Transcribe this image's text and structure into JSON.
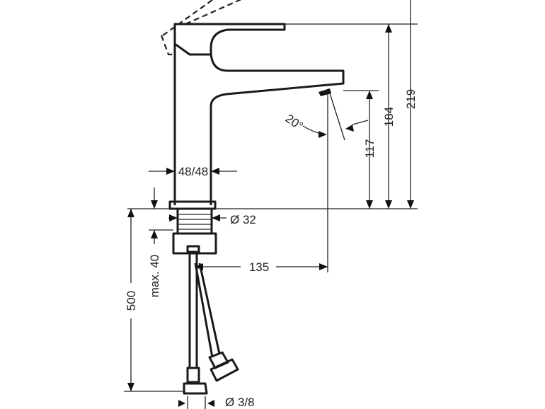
{
  "title": "Basin mixer dimension drawing",
  "dimensions": {
    "total_height": "219",
    "handle_height": "184",
    "spout_height": "117",
    "spout_angle": "20°",
    "body_width": "48/48",
    "hole_diameter": "Ø 32",
    "max_thickness": "max. 40",
    "projection": "135",
    "hose_length": "500",
    "connection": "Ø 3/8"
  }
}
